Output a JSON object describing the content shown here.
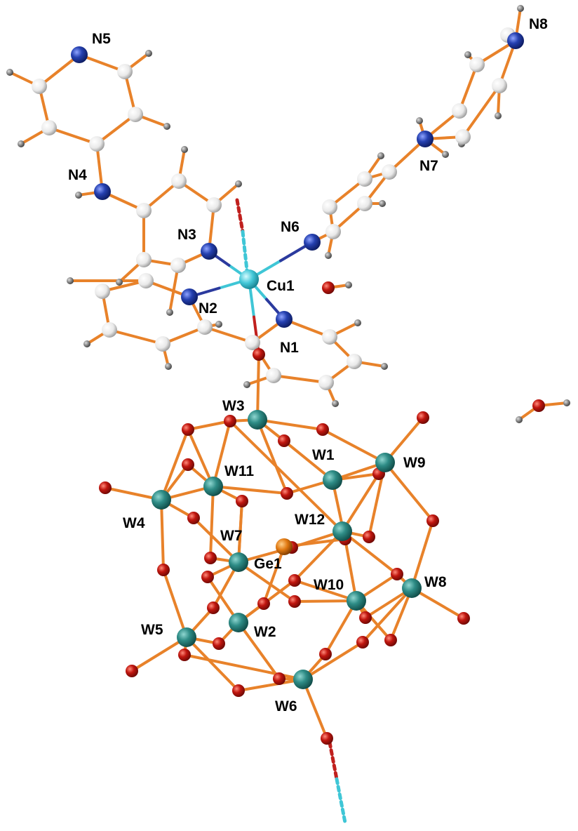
{
  "colors": {
    "bond": "#e8822a",
    "bond_n": "#2b3a9e",
    "bond_cu": "#3fc6d6",
    "bond_o": "#c0201e",
    "tungsten": "#2e8c86",
    "oxygen": "#c0160f",
    "nitrogen": "#2540b0",
    "carbon": "#e9e9e9",
    "hydrogen": "#8a8a8a",
    "copper": "#44c8d8",
    "germanium": "#e07810"
  },
  "labels": {
    "N5": "N5",
    "N8": "N8",
    "N4": "N4",
    "N7": "N7",
    "N3": "N3",
    "N6": "N6",
    "Cu1": "Cu1",
    "N2": "N2",
    "N1": "N1",
    "W3": "W3",
    "W1": "W1",
    "W9": "W9",
    "W11": "W11",
    "W4": "W4",
    "W12": "W12",
    "W7": "W7",
    "Ge1": "Ge1",
    "W8": "W8",
    "W10": "W10",
    "W5": "W5",
    "W2": "W2",
    "W6": "W6"
  }
}
